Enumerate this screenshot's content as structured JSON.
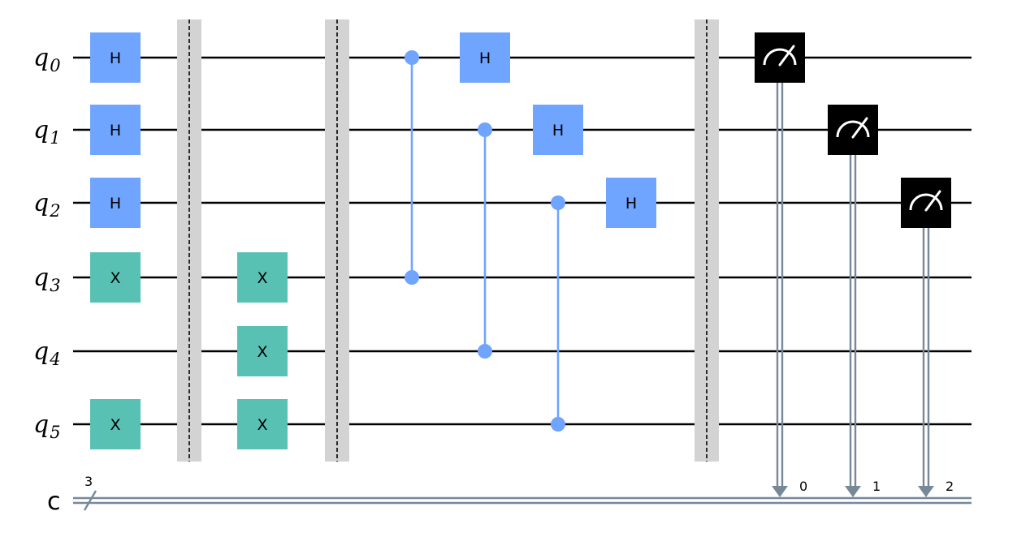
{
  "diagram": {
    "colors": {
      "wire": "#000000",
      "classical_wire": "#778899",
      "h_gate": "#6fa4ff",
      "x_gate": "#58c1b4",
      "control": "#6fa4ff",
      "barrier_fill": "#d3d3d3",
      "measure_box": "#000000",
      "measure_symbol": "#ffffff"
    },
    "qubits": [
      {
        "prefix": "q",
        "index": "0"
      },
      {
        "prefix": "q",
        "index": "1"
      },
      {
        "prefix": "q",
        "index": "2"
      },
      {
        "prefix": "q",
        "index": "3"
      },
      {
        "prefix": "q",
        "index": "4"
      },
      {
        "prefix": "q",
        "index": "5"
      }
    ],
    "classical_register": {
      "label": "c",
      "width_label": "3"
    },
    "gates": [
      {
        "type": "H",
        "label": "H",
        "qubit": 0,
        "column": 0
      },
      {
        "type": "H",
        "label": "H",
        "qubit": 1,
        "column": 0
      },
      {
        "type": "H",
        "label": "H",
        "qubit": 2,
        "column": 0
      },
      {
        "type": "X",
        "label": "X",
        "qubit": 3,
        "column": 0
      },
      {
        "type": "X",
        "label": "X",
        "qubit": 5,
        "column": 0
      },
      {
        "type": "X",
        "label": "X",
        "qubit": 3,
        "column": 2
      },
      {
        "type": "X",
        "label": "X",
        "qubit": 4,
        "column": 2
      },
      {
        "type": "X",
        "label": "X",
        "qubit": 5,
        "column": 2
      },
      {
        "type": "H",
        "label": "H",
        "qubit": 0,
        "column": 5
      },
      {
        "type": "H",
        "label": "H",
        "qubit": 1,
        "column": 6
      },
      {
        "type": "H",
        "label": "H",
        "qubit": 2,
        "column": 7
      }
    ],
    "barriers": [
      {
        "column": 1,
        "qubits": [
          0,
          1,
          2,
          3,
          4,
          5
        ]
      },
      {
        "column": 3,
        "qubits": [
          0,
          1,
          2,
          3,
          4,
          5
        ]
      },
      {
        "column": 8,
        "qubits": [
          0,
          1,
          2,
          3,
          4,
          5
        ]
      }
    ],
    "controlled_z": [
      {
        "qubits": [
          0,
          3
        ],
        "column": 4
      },
      {
        "qubits": [
          1,
          4
        ],
        "column": 5
      },
      {
        "qubits": [
          2,
          5
        ],
        "column": 6
      }
    ],
    "measurements": [
      {
        "qubit": 0,
        "clbit_label": "0",
        "column": 9
      },
      {
        "qubit": 1,
        "clbit_label": "1",
        "column": 10
      },
      {
        "qubit": 2,
        "clbit_label": "2",
        "column": 11
      }
    ]
  }
}
